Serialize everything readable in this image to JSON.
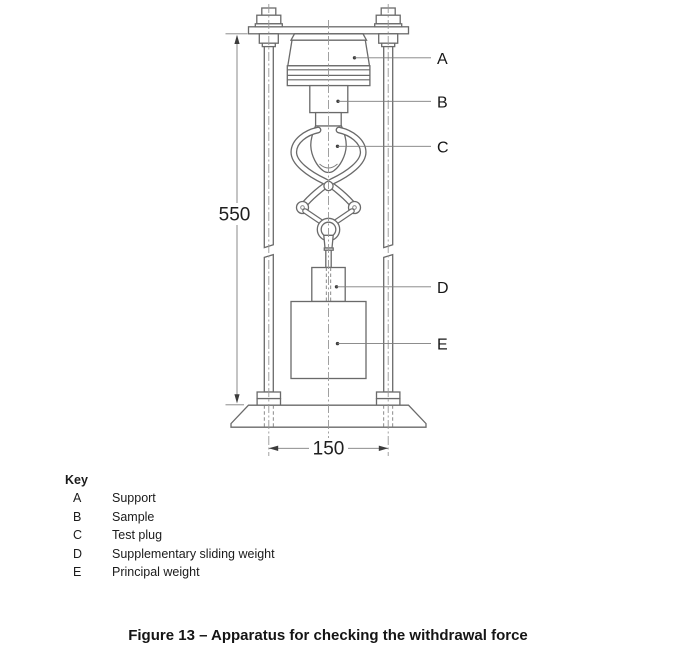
{
  "diagram": {
    "part_labels": {
      "a": "A",
      "b": "B",
      "c": "C",
      "d": "D",
      "e": "E"
    },
    "dimensions": {
      "height": "550",
      "width": "150"
    }
  },
  "key": {
    "title": "Key",
    "items": [
      {
        "letter": "A",
        "label": "Support"
      },
      {
        "letter": "B",
        "label": "Sample"
      },
      {
        "letter": "C",
        "label": "Test plug"
      },
      {
        "letter": "D",
        "label": "Supplementary sliding weight"
      },
      {
        "letter": "E",
        "label": "Principal weight"
      }
    ]
  },
  "caption": "Figure 13 – Apparatus for checking the withdrawal force",
  "colors": {
    "line": "#6a6a6a",
    "text": "#1b1b1b",
    "background": "#ffffff"
  }
}
